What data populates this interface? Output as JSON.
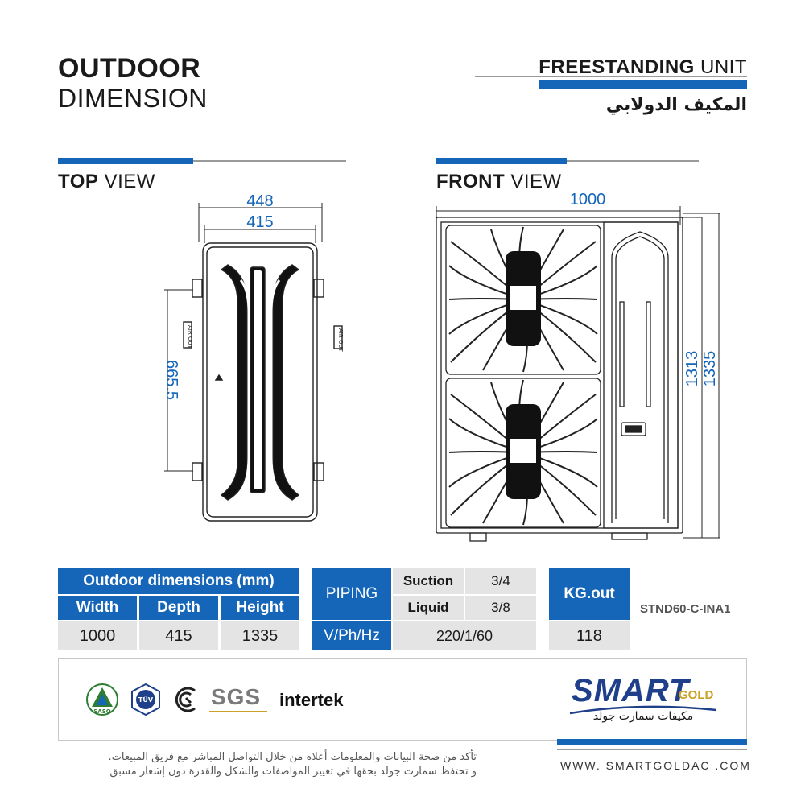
{
  "header": {
    "title_bold": "OUTDOOR",
    "title_light": "DIMENSION",
    "unit_bold": "FREESTANDING",
    "unit_light": "UNIT",
    "unit_arabic": "المكيف الدولابي"
  },
  "top_view": {
    "title_bold": "TOP",
    "title_light": "VIEW",
    "dim_outer": "448",
    "dim_inner": "415",
    "dim_side": "665.5",
    "air_out": "AIR OUT"
  },
  "front_view": {
    "title_bold": "FRONT",
    "title_light": "VIEW",
    "dim_width": "1000",
    "dim_h1": "1313",
    "dim_h2": "1335"
  },
  "table": {
    "outdoor_header": "Outdoor dimensions (mm)",
    "width_label": "Width",
    "depth_label": "Depth",
    "height_label": "Height",
    "width_value": "1000",
    "depth_value": "415",
    "height_value": "1335",
    "piping_label": "PIPING",
    "suction_label": "Suction",
    "suction_value": "3/4",
    "liquid_label": "Liquid",
    "liquid_value": "3/8",
    "vph_label": "V/Ph/Hz",
    "vph_value": "220/1/60",
    "kg_label": "KG.out",
    "kg_value": "118",
    "model": "STND60-C-INA1"
  },
  "certifications": {
    "saso": "SASO",
    "tuv": "TÜV",
    "sgs": "SGS",
    "intertek": "intertek"
  },
  "brand": {
    "name": "SMART",
    "suffix": "GOLD",
    "arabic": "مكيفات سمارت جولد",
    "website": "WWW. SMARTGOLDAC .COM"
  },
  "disclaimer": {
    "line1": "تأكد من صحة البيانات والمعلومات أعلاه من خلال التواصل المباشر مع فريق المبيعات.",
    "line2": "و تحتفظ سمارت جولد بحقها في تغيير المواصفات والشكل والقدرة دون إشعار مسبق"
  },
  "colors": {
    "accent": "#1565b8",
    "cell_grey": "#e4e4e4",
    "gold": "#c9a227"
  }
}
